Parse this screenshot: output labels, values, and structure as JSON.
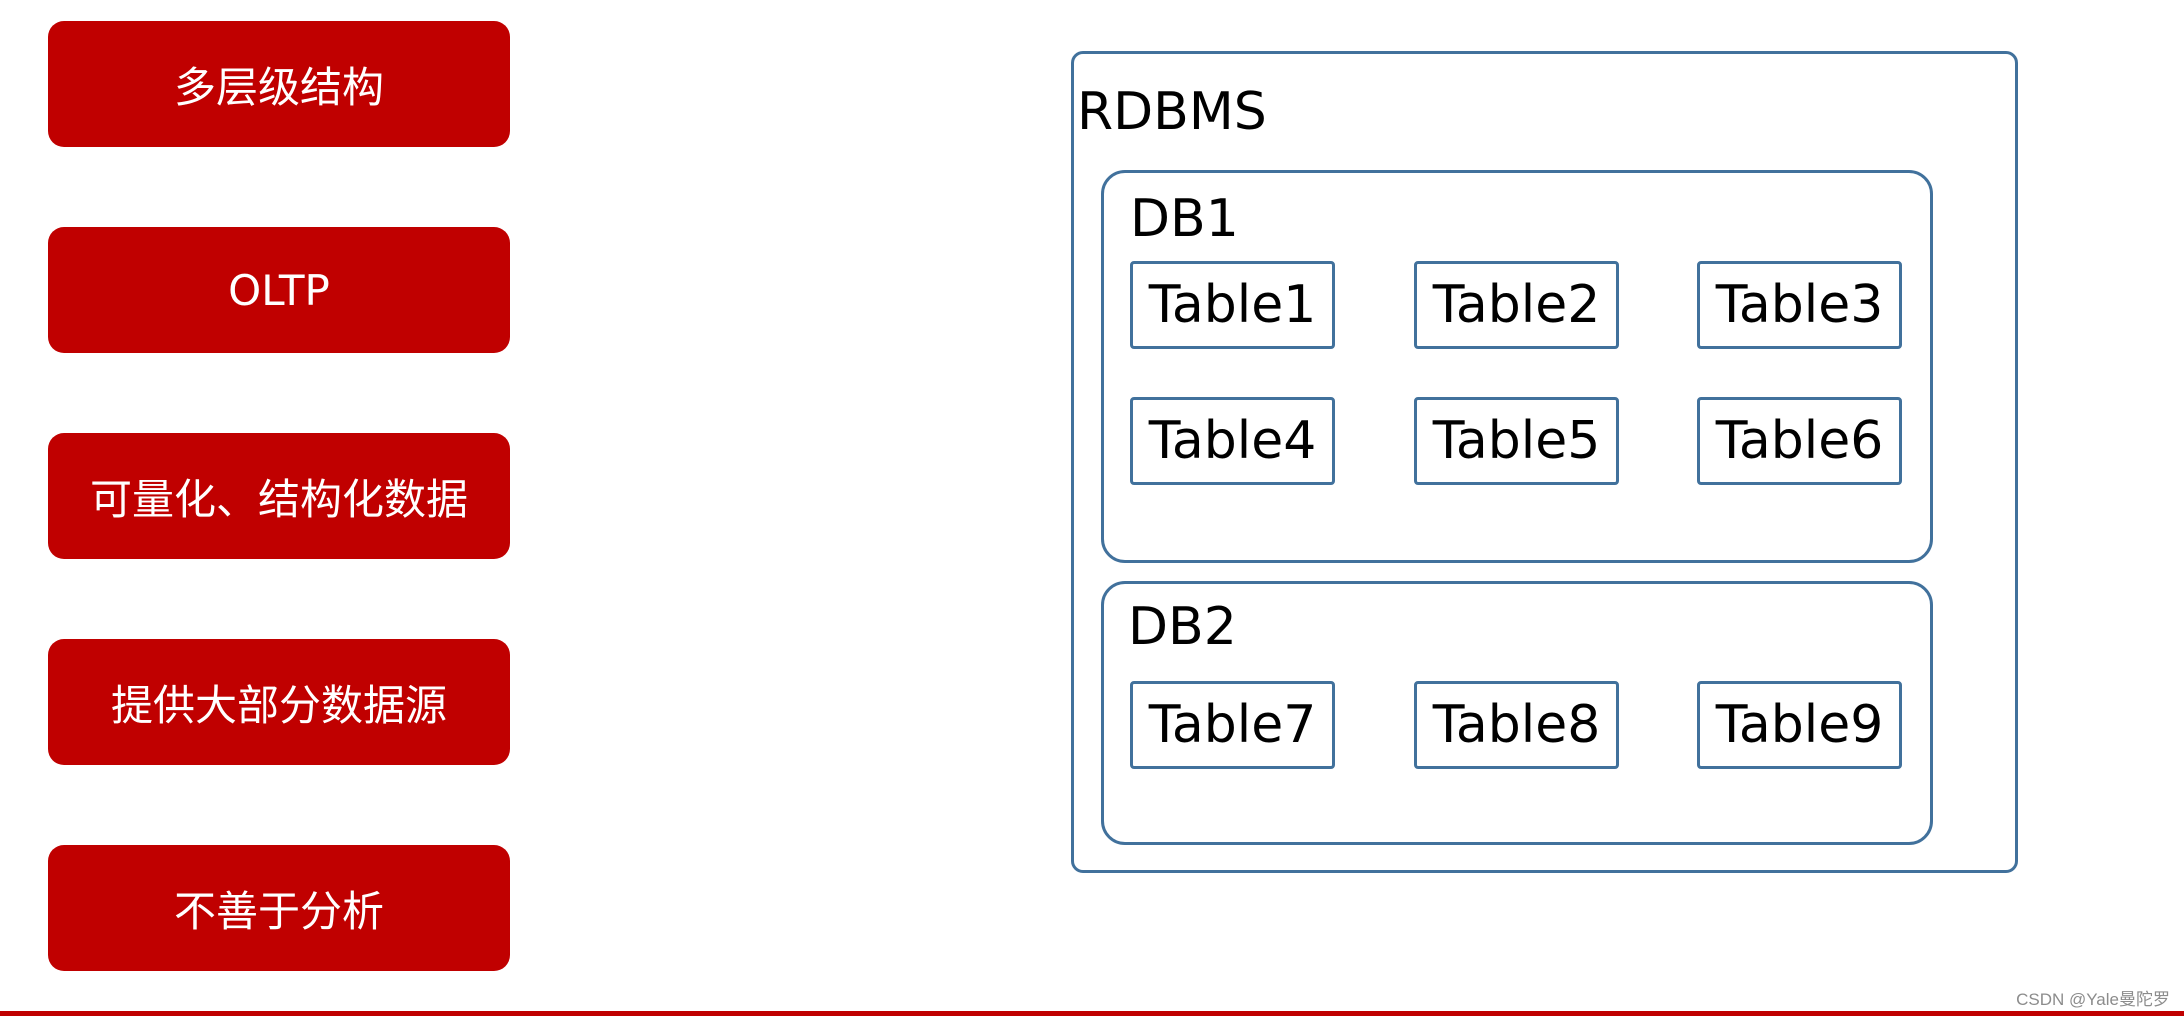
{
  "features": [
    "多层级结构",
    "OLTP",
    "可量化、结构化数据",
    "提供大部分数据源",
    "不善于分析"
  ],
  "diagram": {
    "system_label": "RDBMS",
    "databases": [
      {
        "label": "DB1",
        "tables": [
          "Table1",
          "Table2",
          "Table3",
          "Table4",
          "Table5",
          "Table6"
        ]
      },
      {
        "label": "DB2",
        "tables": [
          "Table7",
          "Table8",
          "Table9"
        ]
      }
    ]
  },
  "watermark": "CSDN @Yale曼陀罗",
  "colors": {
    "feature_fill": "#c00000",
    "box_stroke": "#41719c"
  }
}
